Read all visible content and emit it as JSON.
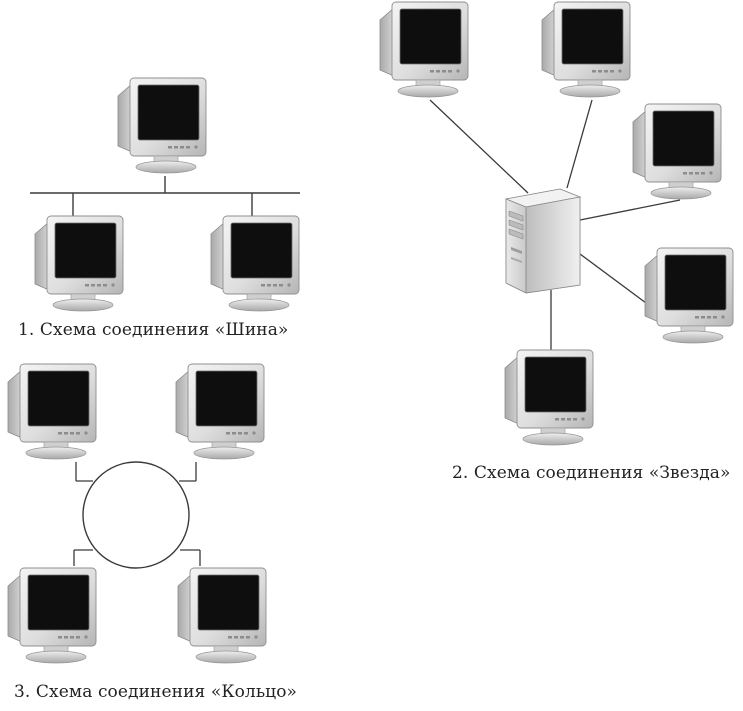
{
  "diagrams": {
    "bus": {
      "caption": "1. Схема соединения «Шина»",
      "nodes": [
        "monitor",
        "monitor",
        "monitor"
      ]
    },
    "star": {
      "caption": "2. Схема соединения «Звезда»",
      "hub": "server-tower",
      "nodes": [
        "monitor",
        "monitor",
        "monitor",
        "monitor",
        "monitor"
      ]
    },
    "ring": {
      "caption": "3. Схема соединения «Кольцо»",
      "nodes": [
        "monitor",
        "monitor",
        "monitor",
        "monitor"
      ]
    }
  },
  "colors": {
    "line": "#3a3a3a",
    "screen": "#0e0e0e",
    "bezel": "#e4e4e4",
    "bezel_shade": "#b8b8b8",
    "text": "#222222"
  }
}
